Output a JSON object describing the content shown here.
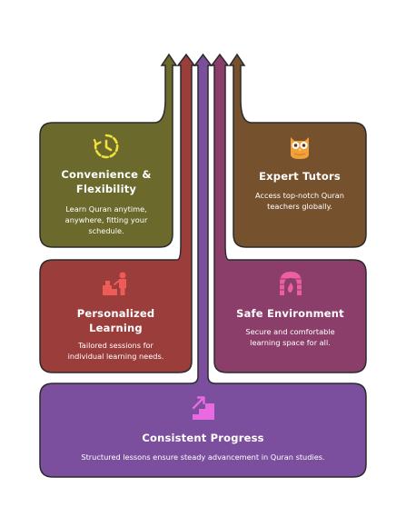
{
  "colors": {
    "convenience": "#6b6a2c",
    "expert": "#76512e",
    "personalized": "#9a3d3b",
    "safe": "#8c3e6a",
    "progress": "#7b4f9d",
    "outline": "#2b2b2b",
    "icon_yellow": "#f2e03c",
    "icon_orange": "#f2a13a",
    "icon_pink": "#ec5fa0",
    "icon_red": "#ee5c58",
    "icon_magenta": "#e86ae0"
  },
  "cards": {
    "convenience": {
      "title": "Convenience &\nFlexibility",
      "description": "Learn Quran anytime,\nanywhere, fitting your\nschedule.",
      "icon": "clock-arrow-icon"
    },
    "expert": {
      "title": "Expert Tutors",
      "description": "Access top-notch Quran\nteachers globally.",
      "icon": "owl-icon"
    },
    "personalized": {
      "title": "Personalized\nLearning",
      "description": "Tailored sessions for\nindividual learning needs.",
      "icon": "person-blocks-icon"
    },
    "safe": {
      "title": "Safe Environment",
      "description": "Secure and comfortable\nlearning space for all.",
      "icon": "fireplace-icon"
    },
    "progress": {
      "title": "Consistent Progress",
      "description": "Structured lessons ensure steady advancement in Quran studies.",
      "icon": "stairs-up-icon"
    }
  }
}
